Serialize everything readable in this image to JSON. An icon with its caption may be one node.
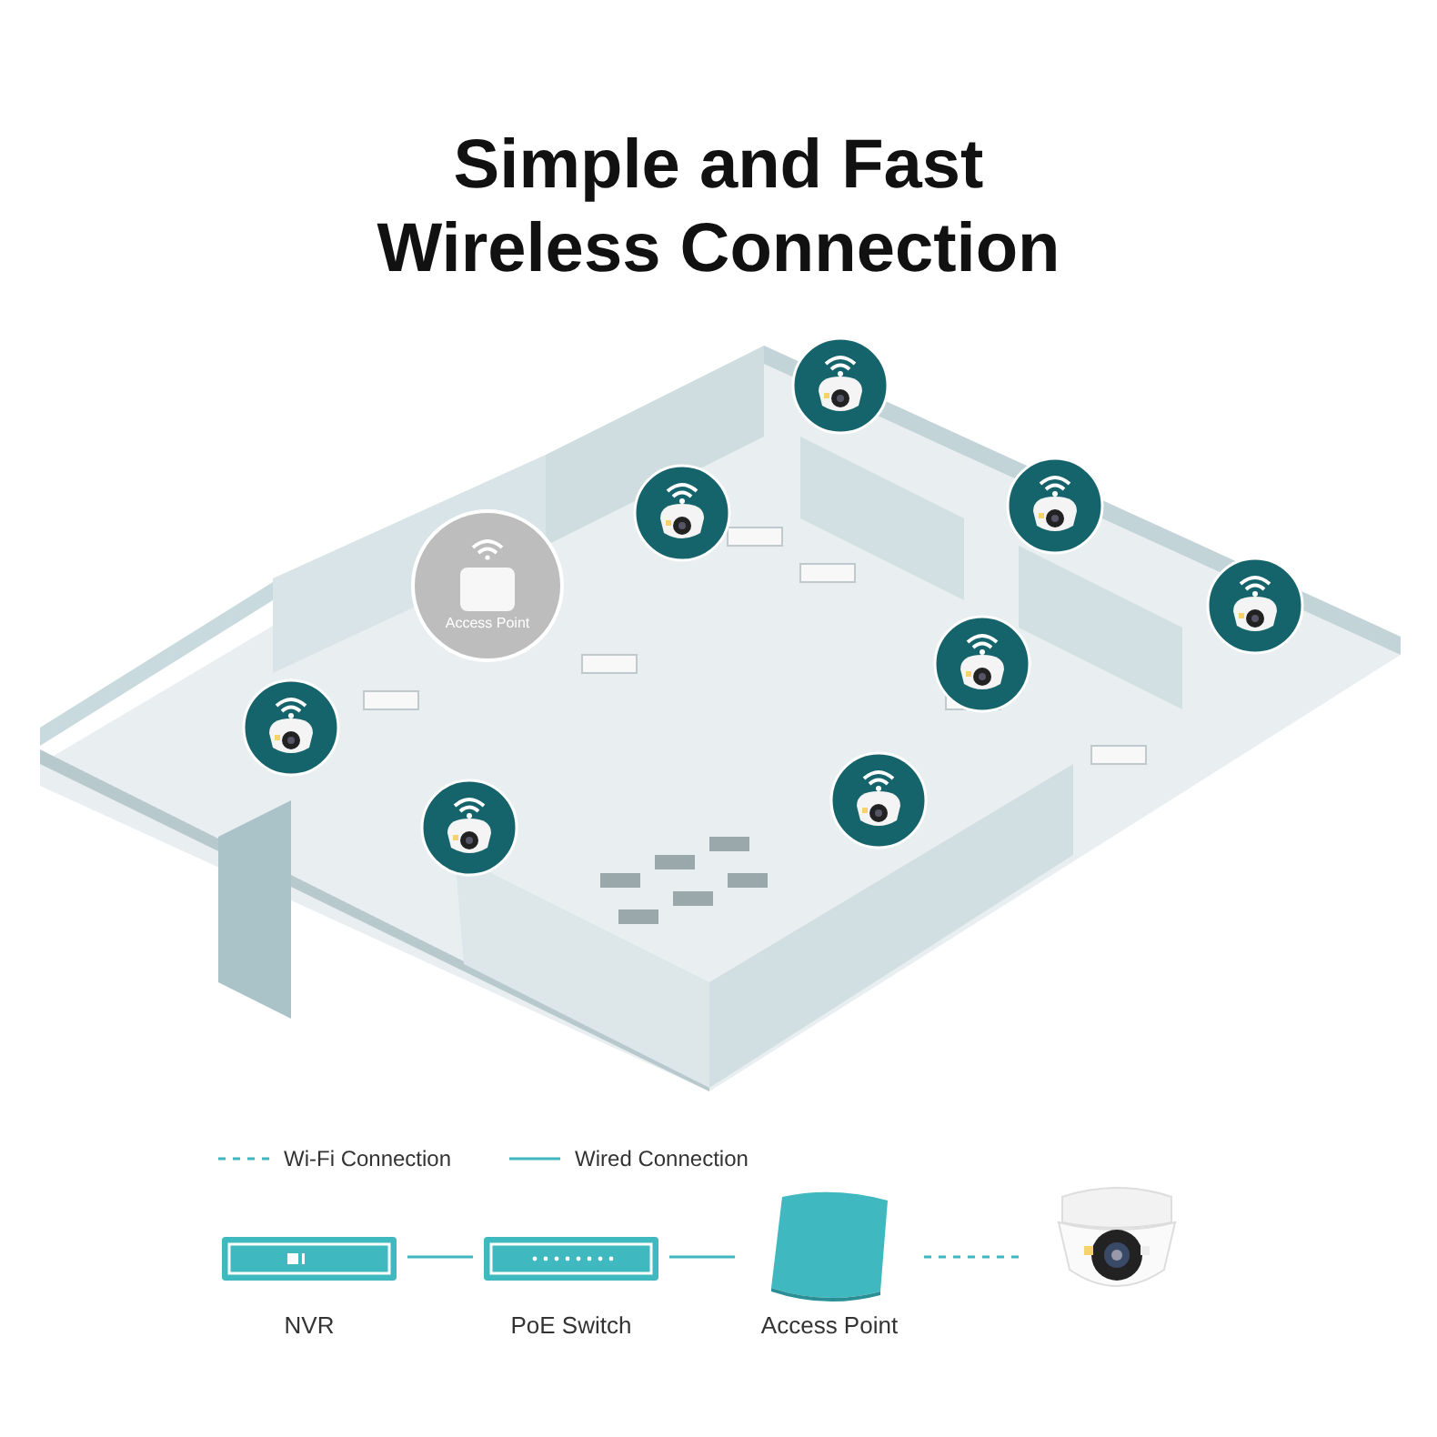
{
  "diagram": {
    "title": "Simple and Fast Wireless Connection",
    "nodes": [
      {
        "text": [
          "NVR"
        ]
      },
      {
        "text": [
          "PoE Switch"
        ]
      },
      {
        "text": [
          "Access Point"
        ]
      },
      {
        "text": [],
        "shape": "picture"
      },
      {
        "text": [
          "Access Point"
        ]
      }
    ],
    "edges": [
      {
        "from": 0,
        "to": 1,
        "arrow": "none"
      },
      {
        "from": 1,
        "to": 2,
        "arrow": "none"
      },
      {
        "from": 2,
        "to": 3,
        "arrow": "none",
        "style": "dashed"
      }
    ],
    "legend": [
      {
        "text": "Wi-Fi Connection"
      },
      {
        "text": "Wired Connection"
      }
    ]
  }
}
